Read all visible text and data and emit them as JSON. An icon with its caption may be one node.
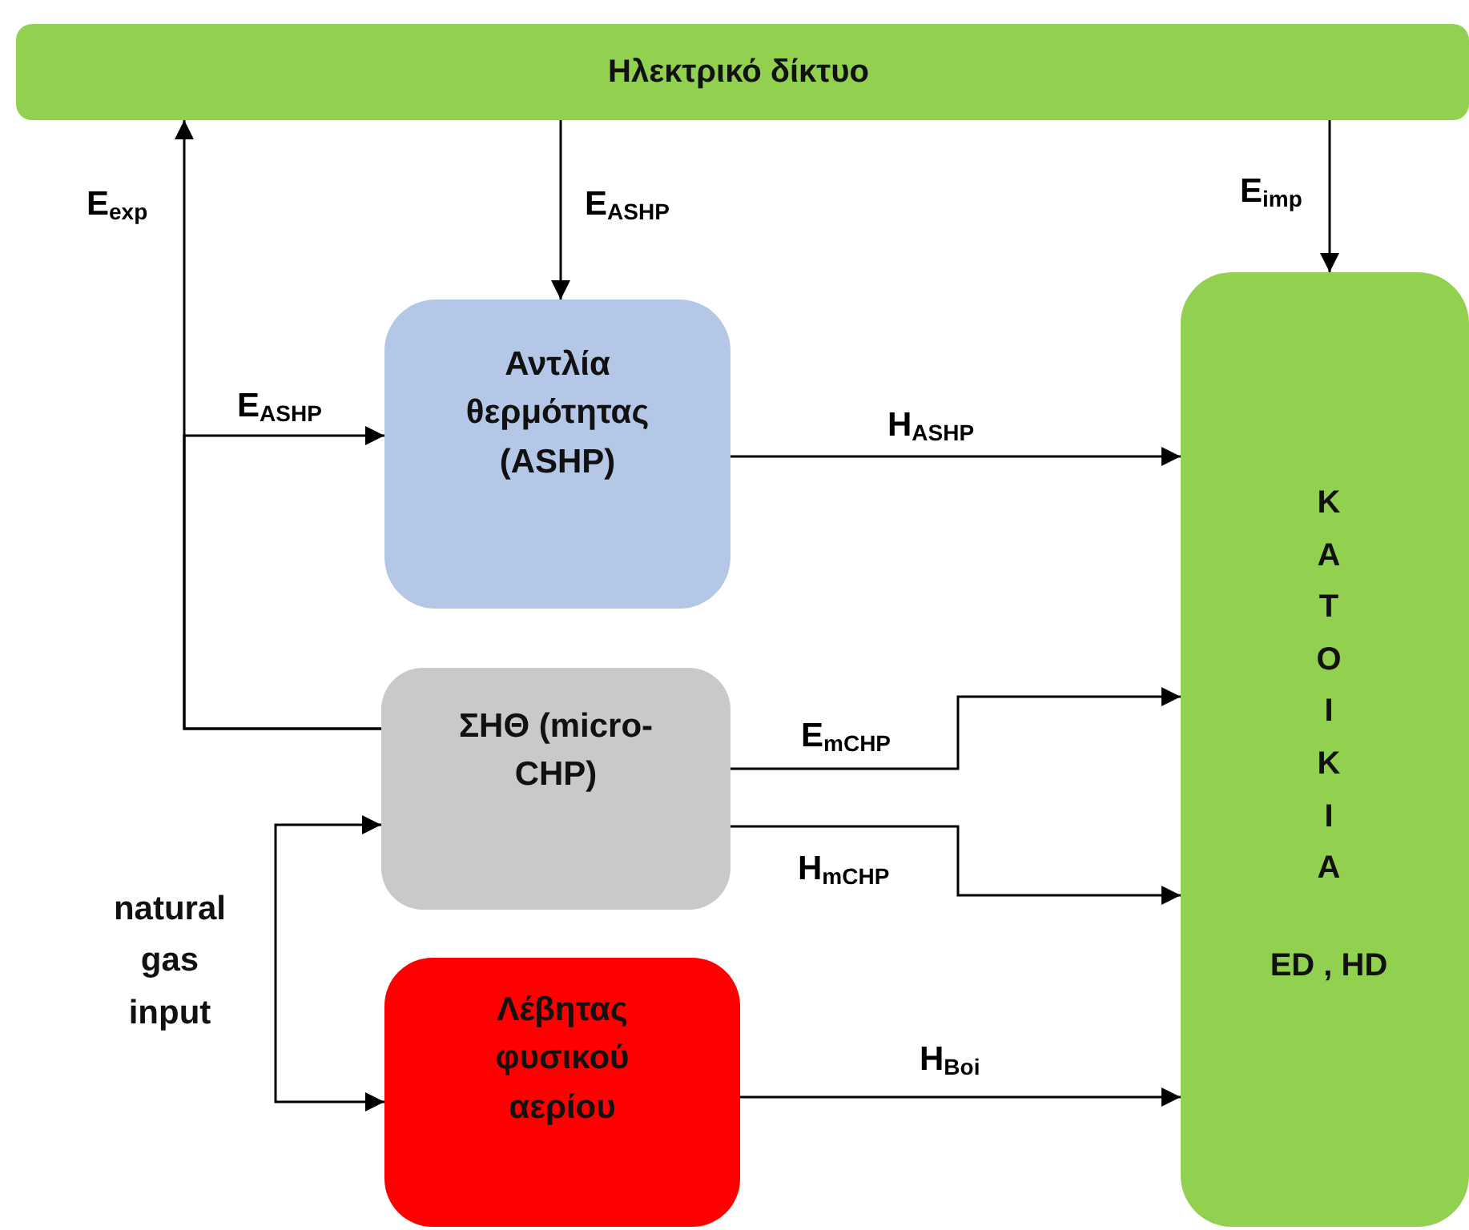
{
  "diagram": {
    "nodes": [
      {
        "text": [
          "Ηλεκτρικό δίκτυο"
        ]
      },
      {
        "text": [
          "Αντλία θερμότητας (ASHP)"
        ]
      },
      {
        "text": [
          "ΣΗΘ (micro-CHP)"
        ]
      },
      {
        "text": [
          "natural gas input"
        ]
      },
      {
        "text": [
          "Λέβητας φυσικού αερίου"
        ]
      },
      {
        "text": [
          "ΚΑΤΟΙΚΙΑ",
          "ED , HD"
        ]
      }
    ],
    "edges": [
      {
        "from": 0,
        "to": 1,
        "arrow": "to",
        "label": "E$_{ASHP}$"
      },
      {
        "from": 0,
        "to": 5,
        "arrow": "to",
        "label": "E$_{imp}$"
      },
      {
        "from": 2,
        "to": 0,
        "arrow": "to",
        "label": "E$_{exp}$"
      },
      {
        "from": 2,
        "to": 1,
        "arrow": "to",
        "label": "E$_{ASHP}$"
      },
      {
        "from": 1,
        "to": 5,
        "arrow": "to",
        "label": "H$_{ASHP}$"
      },
      {
        "from": 2,
        "to": 5,
        "arrow": "to",
        "label": "E$_{mCHP}$"
      },
      {
        "from": 2,
        "to": 5,
        "arrow": "to",
        "label": "H$_{mCHP}$"
      },
      {
        "from": 3,
        "to": 2,
        "arrow": "to"
      },
      {
        "from": 3,
        "to": 4,
        "arrow": "to"
      },
      {
        "from": 4,
        "to": 5,
        "arrow": "to",
        "label": "H$_{Boi}$"
      }
    ]
  }
}
